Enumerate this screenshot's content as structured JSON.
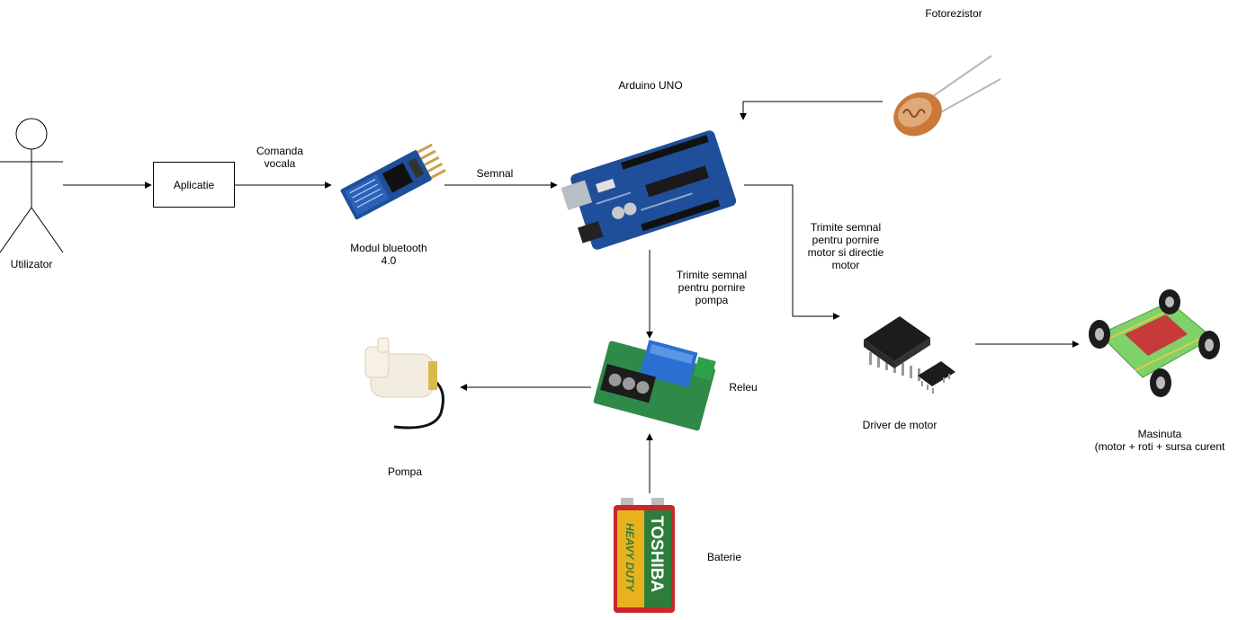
{
  "diagram": {
    "nodes": {
      "user": {
        "label": "Utilizator"
      },
      "app": {
        "label": "Aplicatie"
      },
      "bluetooth": {
        "label_lines": [
          "Modul bluetooth",
          "4.0"
        ]
      },
      "arduino": {
        "label": "Arduino UNO"
      },
      "photoresistor": {
        "label": "Fotorezistor"
      },
      "relay": {
        "label": "Releu"
      },
      "pump": {
        "label": "Pompa"
      },
      "battery": {
        "label": "Baterie",
        "brand": "TOSHIBA",
        "type": "HEAVY DUTY"
      },
      "motor_driver": {
        "label": "Driver de motor"
      },
      "car": {
        "label_lines": [
          "Masinuta",
          "(motor + roti + sursa curent"
        ]
      }
    },
    "edges": {
      "voice_command": {
        "label_lines": [
          "Comanda",
          "vocala"
        ]
      },
      "signal": {
        "label": "Semnal"
      },
      "pump_signal": {
        "label_lines": [
          "Trimite semnal",
          "pentru pornire",
          "pompa"
        ]
      },
      "motor_signal": {
        "label_lines": [
          "Trimite semnal",
          "pentru pornire",
          "motor si directie",
          "motor"
        ]
      }
    },
    "colors": {
      "stroke": "#000000",
      "pcb_blue": "#1f4f9a",
      "pcb_green": "#2f8a4a",
      "relay_blue": "#2a6fd1",
      "battery_red": "#c8272b",
      "battery_gold": "#e8b21e",
      "battery_green": "#2f7d3a",
      "chip_black": "#1c1c1c",
      "car_green": "#7fd16a",
      "resistor_orange": "#c97a3a"
    }
  }
}
